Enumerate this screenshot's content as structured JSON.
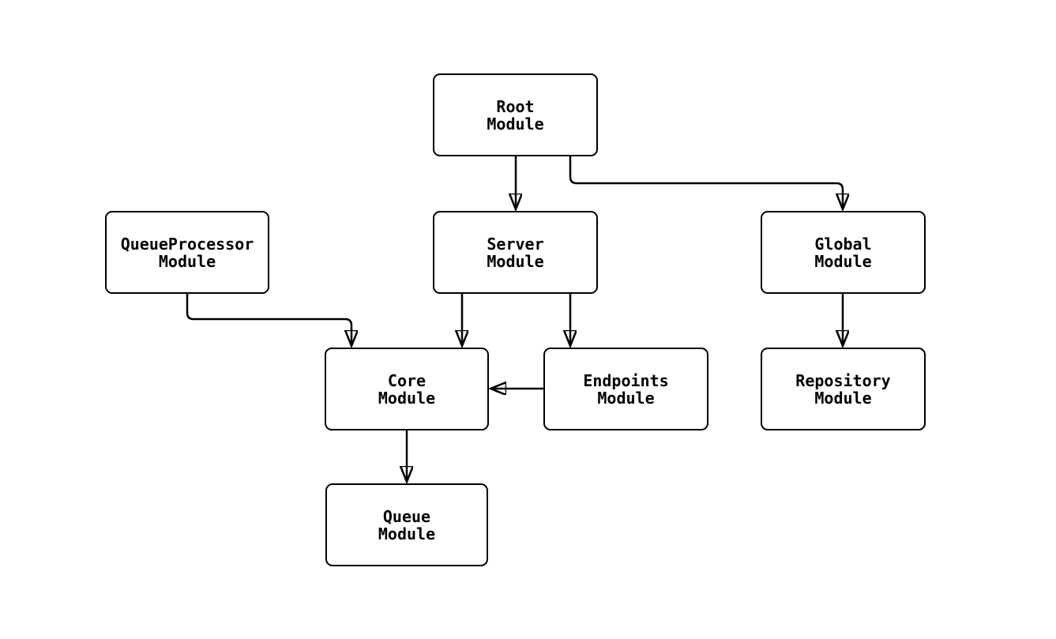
{
  "diagram": {
    "type": "module-dependency-diagram",
    "background_color": "#ffffff",
    "line_color": "#000000",
    "node_fill_color": "#ffffff",
    "text_color": "#000000",
    "nodes": [
      {
        "id": "root",
        "line1": "Root",
        "line2": "Module"
      },
      {
        "id": "queueprocessor",
        "line1": "QueueProcessor",
        "line2": "Module"
      },
      {
        "id": "server",
        "line1": "Server",
        "line2": "Module"
      },
      {
        "id": "global",
        "line1": "Global",
        "line2": "Module"
      },
      {
        "id": "core",
        "line1": "Core",
        "line2": "Module"
      },
      {
        "id": "endpoints",
        "line1": "Endpoints",
        "line2": "Module"
      },
      {
        "id": "repository",
        "line1": "Repository",
        "line2": "Module"
      },
      {
        "id": "queue",
        "line1": "Queue",
        "line2": "Module"
      }
    ],
    "edges": [
      {
        "from": "Root Module",
        "to": "Server Module"
      },
      {
        "from": "Root Module",
        "to": "Global Module"
      },
      {
        "from": "QueueProcessor Module",
        "to": "Core Module"
      },
      {
        "from": "Server Module",
        "to": "Core Module"
      },
      {
        "from": "Server Module",
        "to": "Endpoints Module"
      },
      {
        "from": "Endpoints Module",
        "to": "Core Module"
      },
      {
        "from": "Global Module",
        "to": "Repository Module"
      },
      {
        "from": "Core Module",
        "to": "Queue Module"
      }
    ]
  }
}
